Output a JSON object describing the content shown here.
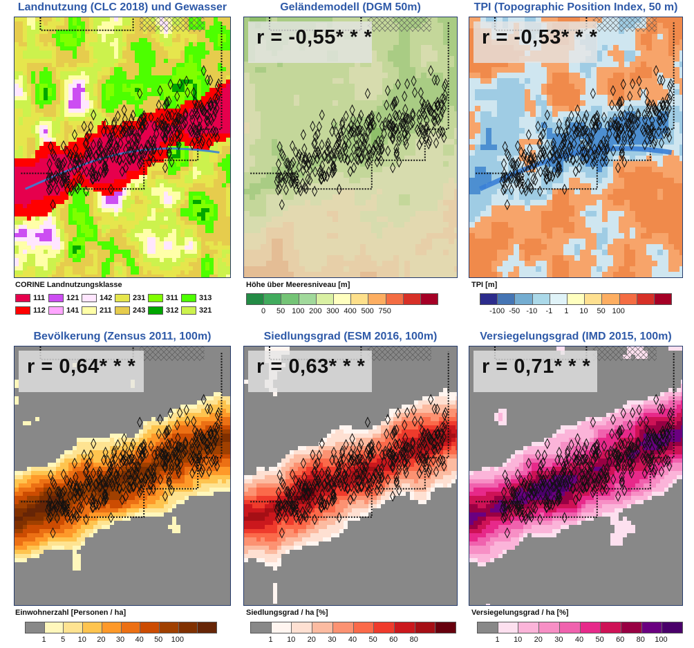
{
  "panels": [
    {
      "id": "landuse",
      "title": "Landnutzung (CLC 2018) und Gewasser",
      "r": "",
      "scheme": "landuse"
    },
    {
      "id": "dgm",
      "title": "Geländemodell (DGM 50m)",
      "r": "r = -0,55* * *",
      "scheme": "dgm"
    },
    {
      "id": "tpi",
      "title": "TPI (Topographic Position Index, 50 m)",
      "r": "r = -0,53* * *",
      "scheme": "tpi"
    },
    {
      "id": "pop",
      "title": "Bevölkerung (Zensus 2011, 100m)",
      "r": "r = 0,64* * *",
      "scheme": "pop"
    },
    {
      "id": "esm",
      "title": "Siedlungsgrad (ESM 2016, 100m)",
      "r": "r = 0,63* * *",
      "scheme": "esm"
    },
    {
      "id": "imd",
      "title": "Versiegelungsgrad (IMD 2015, 100m)",
      "r": "r = 0,71* * *",
      "scheme": "imd"
    }
  ],
  "corine_legend": {
    "title": "CORINE Landnutzungsklasse",
    "items": [
      {
        "code": "111",
        "color": "#e6004d"
      },
      {
        "code": "121",
        "color": "#cc4df2"
      },
      {
        "code": "142",
        "color": "#ffe6ff"
      },
      {
        "code": "231",
        "color": "#e6e64d"
      },
      {
        "code": "311",
        "color": "#80ff00"
      },
      {
        "code": "313",
        "color": "#4dff00"
      },
      {
        "code": "112",
        "color": "#ff0000"
      },
      {
        "code": "141",
        "color": "#ffa6ff"
      },
      {
        "code": "211",
        "color": "#ffffa8"
      },
      {
        "code": "243",
        "color": "#e6cc4d"
      },
      {
        "code": "312",
        "color": "#00a600"
      },
      {
        "code": "321",
        "color": "#ccf24d"
      }
    ]
  },
  "legends": {
    "dgm": {
      "title": "Höhe über Meeresniveau [m]",
      "colors": [
        "#238b45",
        "#41ab5d",
        "#74c476",
        "#a1d99b",
        "#d9f0a3",
        "#ffffbf",
        "#fee08b",
        "#fdae61",
        "#f46d43",
        "#d73027",
        "#a50026"
      ],
      "ticks": [
        "0",
        "50",
        "100",
        "200",
        "300",
        "400",
        "500",
        "750"
      ]
    },
    "tpi": {
      "title": "TPI [m]",
      "colors": [
        "#2c2c8c",
        "#4575b4",
        "#74add1",
        "#abd9e9",
        "#e0f3f8",
        "#ffffbf",
        "#fee090",
        "#fdae61",
        "#f46d43",
        "#d73027",
        "#a50026"
      ],
      "ticks": [
        "-100",
        "-50",
        "-10",
        "-1",
        "1",
        "10",
        "50",
        "100"
      ]
    },
    "pop": {
      "title": "Einwohnerzahl [Personen / ha]",
      "colors": [
        "#888888",
        "#fff7bc",
        "#fee391",
        "#fec44f",
        "#fe9929",
        "#ec7014",
        "#cc4c02",
        "#a04000",
        "#803000",
        "#662506"
      ],
      "ticks": [
        "1",
        "5",
        "10",
        "20",
        "30",
        "40",
        "50",
        "100"
      ]
    },
    "esm": {
      "title": "Siedlungsgrad / ha [%]",
      "colors": [
        "#888888",
        "#fff5f0",
        "#fee0d2",
        "#fcbba1",
        "#fc9272",
        "#fb6a4a",
        "#ef3b2c",
        "#cb181d",
        "#a50f15",
        "#67000d"
      ],
      "ticks": [
        "1",
        "10",
        "20",
        "30",
        "40",
        "50",
        "60",
        "80"
      ]
    },
    "imd": {
      "title": "Versiegelungsgrad / ha [%]",
      "colors": [
        "#888888",
        "#fde0ef",
        "#fbb4d9",
        "#f78fc5",
        "#f062ae",
        "#e7298a",
        "#ce1256",
        "#980043",
        "#6a0080",
        "#4a006a"
      ],
      "ticks": [
        "1",
        "10",
        "20",
        "30",
        "40",
        "50",
        "60",
        "80",
        "100"
      ]
    }
  }
}
